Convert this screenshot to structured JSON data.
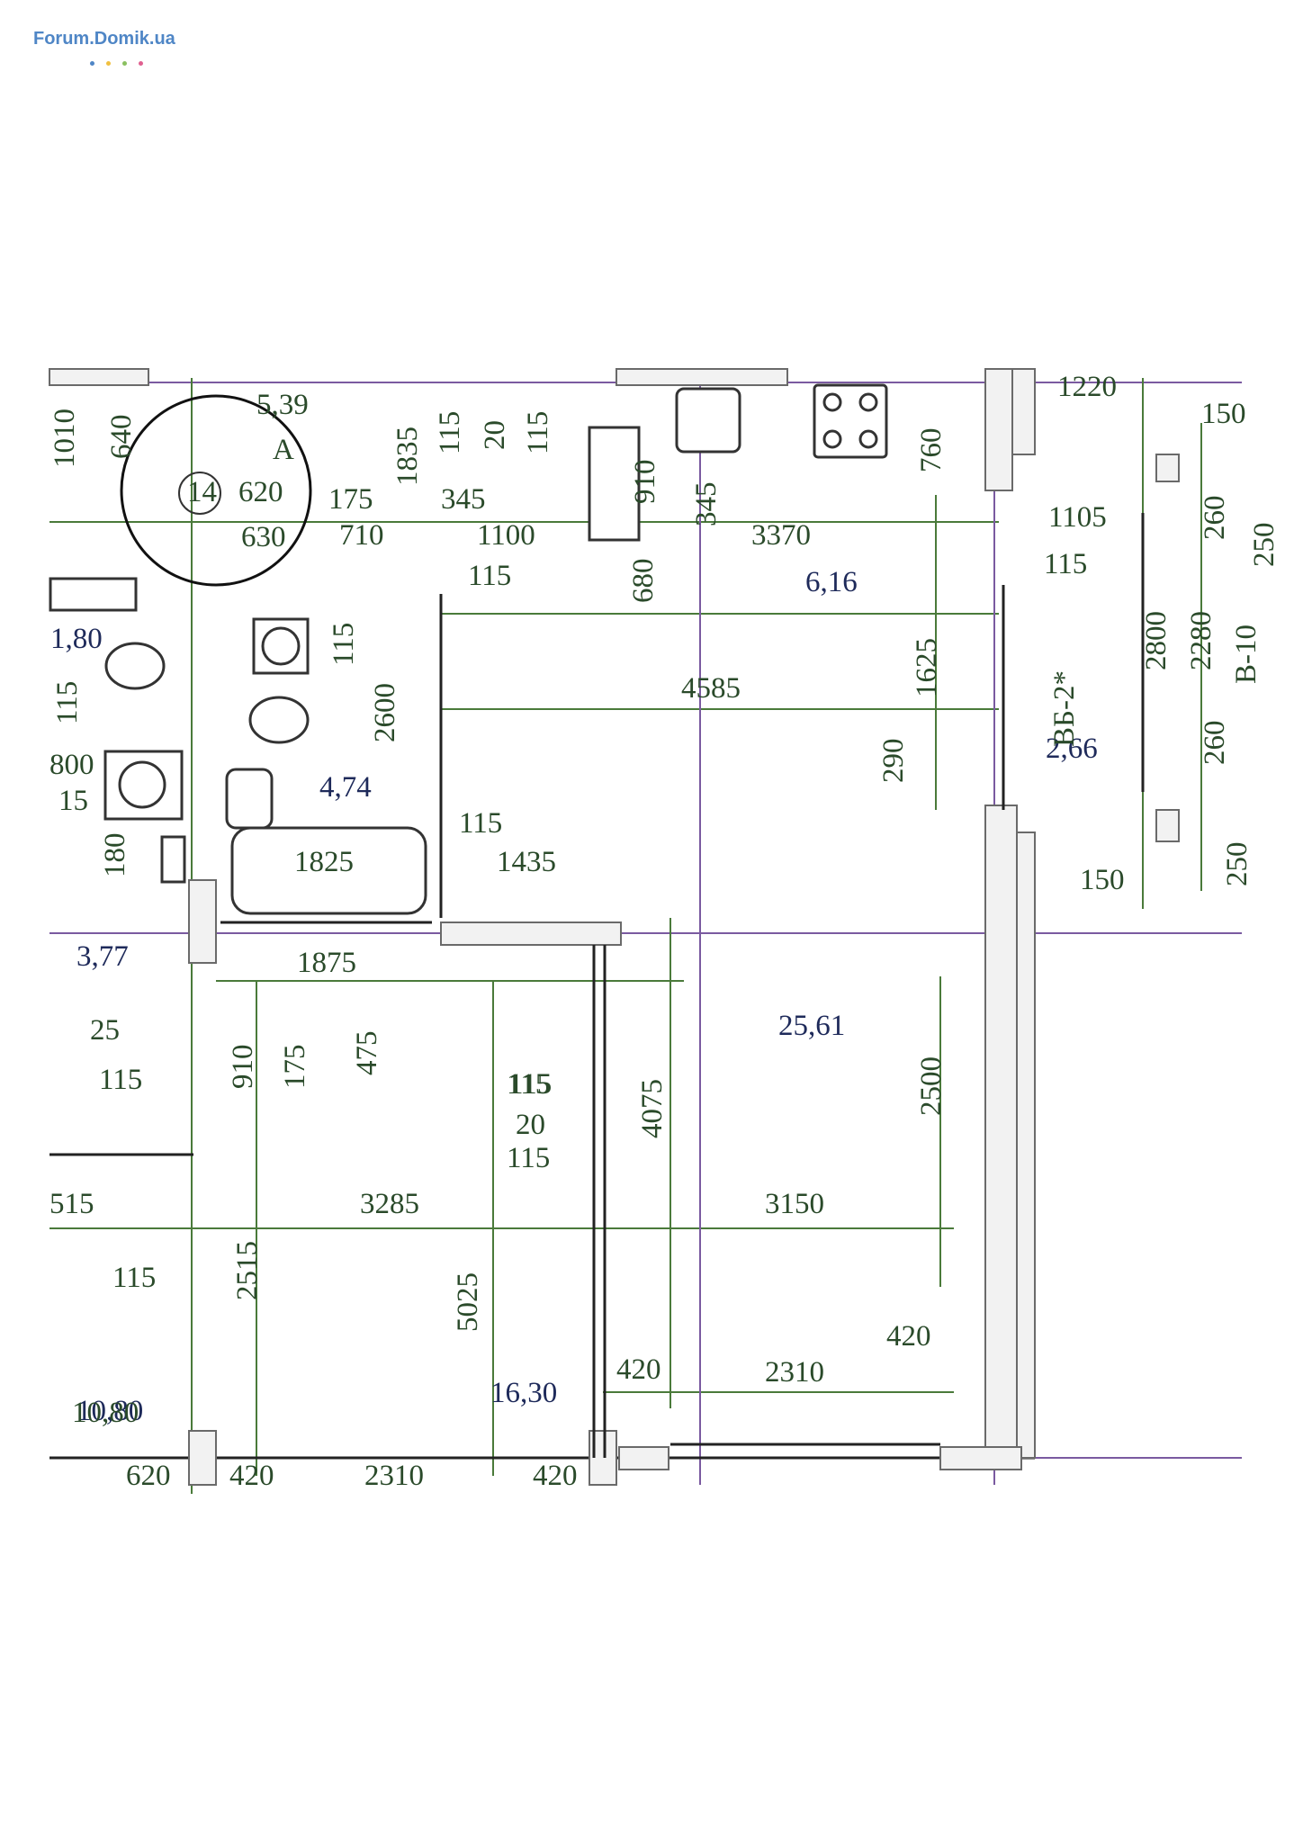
{
  "watermark": "Forum.Domik.ua",
  "colors": {
    "grid_green": "#4a7a3a",
    "grid_purple": "#7a5aa0",
    "wall": "#6a6a6a",
    "text": "#1e2a5a"
  },
  "callout": {
    "letter": "A",
    "number": "14",
    "dims": [
      "5,39",
      "620",
      "630"
    ]
  },
  "rooms": {
    "kitchen_area": "6,16",
    "living_area": "25,61",
    "bath_area": "4,74",
    "balcony_area": "2,66",
    "bedroom_area": "16,30",
    "left_room_area": "10,80",
    "left_bath_area": "3,77",
    "left_hall_dim": "1,80"
  },
  "labels": {
    "window_vb2": "ВБ-2*",
    "window_b10": "В-10"
  },
  "horizontal_dims": [
    "1220",
    "150",
    "1105",
    "115",
    "175",
    "710",
    "345",
    "1100",
    "115",
    "115",
    "3370",
    "4585",
    "1825",
    "115",
    "1435",
    "1875",
    "25",
    "115",
    "115",
    "20",
    "115",
    "515",
    "3285",
    "3150",
    "115",
    "420",
    "420",
    "2310",
    "10,80",
    "420",
    "2310",
    "420",
    "150",
    "800",
    "15",
    "620"
  ],
  "vertical_dims": [
    "1010",
    "640",
    "1835",
    "115",
    "20",
    "115",
    "910",
    "345",
    "760",
    "680",
    "1625",
    "290",
    "2600",
    "115",
    "260",
    "250",
    "2800",
    "2280",
    "260",
    "250",
    "180",
    "115",
    "910",
    "175",
    "475",
    "4075",
    "2500",
    "5025",
    "2515"
  ]
}
